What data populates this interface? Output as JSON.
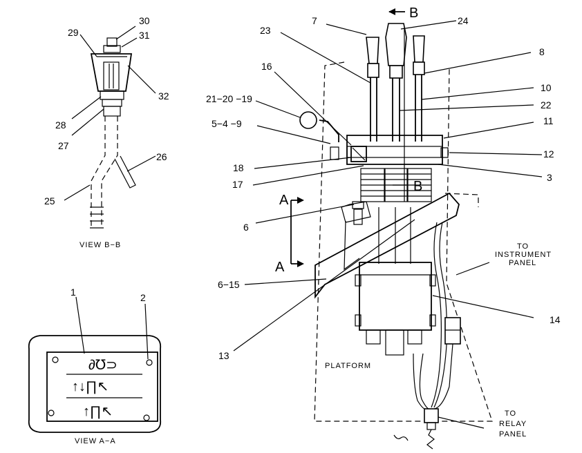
{
  "callouts": {
    "c1": "1",
    "c2": "2",
    "c3": "3",
    "c6a": "6",
    "c6_15": "6−15",
    "c7": "7",
    "c8": "8",
    "c10": "10",
    "c11": "11",
    "c12": "12",
    "c13": "13",
    "c14": "14",
    "c16": "16",
    "c17": "17",
    "c18": "18",
    "c21_20_19": "21−20 −19",
    "c22": "22",
    "c23": "23",
    "c24": "24",
    "c5_4_9": "5−4 −9",
    "c25": "25",
    "c26": "26",
    "c27": "27",
    "c28": "28",
    "c29": "29",
    "c30": "30",
    "c31": "31",
    "c32": "32"
  },
  "section_marks": {
    "a_upper": "A",
    "a_lower": "A",
    "b_top": "B",
    "b_lower": "B"
  },
  "captions": {
    "view_bb": "VIEW  B−B",
    "view_aa": "VIEW  A−A",
    "platform": "PLATFORM",
    "to_instrument_1": "TO",
    "to_instrument_2": "INSTRUMENT",
    "to_instrument_3": "PANEL",
    "to_relay_1": "TO",
    "to_relay_2": "RELAY",
    "to_relay_3": "PANEL"
  },
  "plate_symbols": {
    "row1": "∂℧⊃",
    "row2": "↑↓∏↖",
    "row3": "↑∏↖"
  }
}
